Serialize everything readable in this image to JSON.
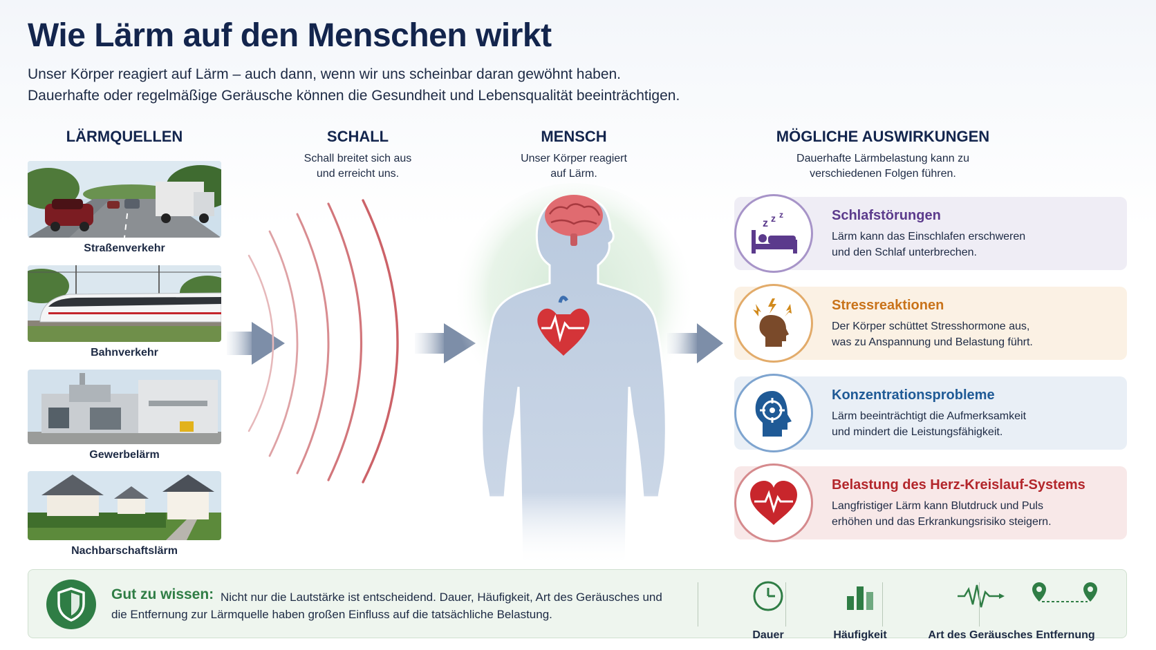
{
  "header": {
    "title": "Wie Lärm auf den Menschen wirkt",
    "intro_line1": "Unser Körper reagiert auf Lärm – auch dann, wenn wir uns scheinbar daran gewöhnt haben.",
    "intro_line2": "Dauerhafte oder regelmäßige Geräusche können die Gesundheit und Lebensqualität beeinträchtigen."
  },
  "columns": {
    "sources": {
      "title": "LÄRMQUELLEN"
    },
    "sound": {
      "title": "SCHALL",
      "line1": "Schall breitet sich aus",
      "line2": "und erreicht uns."
    },
    "human": {
      "title": "MENSCH",
      "line1": "Unser Körper reagiert",
      "line2": "auf Lärm."
    },
    "effects": {
      "title": "MÖGLICHE AUSWIRKUNGEN",
      "line1": "Dauerhafte Lärmbelastung kann zu",
      "line2": "verschiedenen Folgen führen."
    }
  },
  "sources": [
    {
      "label": "Straßenverkehr",
      "icon": "road-traffic-photo"
    },
    {
      "label": "Bahnverkehr",
      "icon": "train-photo"
    },
    {
      "label": "Gewerbelärm",
      "icon": "factory-photo"
    },
    {
      "label": "Nachbarschaftslärm",
      "icon": "houses-photo"
    }
  ],
  "effects": [
    {
      "title": "Schlafstörungen",
      "line1": "Lärm kann das Einschlafen erschweren",
      "line2": "und den Schlaf unterbrechen.",
      "color": "#5b3a8c",
      "bg": "#efedf5",
      "icon": "sleep-bed-icon"
    },
    {
      "title": "Stressreaktionen",
      "line1": "Der Körper schüttet Stresshormone aus,",
      "line2": "was zu Anspannung und Belastung führt.",
      "color": "#c9731a",
      "bg": "#fbf1e4",
      "icon": "stress-head-icon"
    },
    {
      "title": "Konzentrationsprobleme",
      "line1": "Lärm beeinträchtigt die Aufmerksamkeit",
      "line2": "und mindert die Leistungsfähigkeit.",
      "color": "#1f5a96",
      "bg": "#e9eff6",
      "icon": "focus-head-icon"
    },
    {
      "title": "Belastung des Herz-Kreislauf-Systems",
      "line1": "Langfristiger Lärm kann Blutdruck und Puls",
      "line2": "erhöhen und das Erkrankungsrisiko steigern.",
      "color": "#b3262b",
      "bg": "#f8e8e8",
      "icon": "heart-pulse-icon"
    }
  ],
  "footer": {
    "title": "Gut zu wissen:",
    "text": "Nicht nur die Lautstärke ist entscheidend. Dauer, Häufigkeit, Art des Geräusches und die Entfernung zur Lärmquelle haben großen Einfluss auf die tatsächliche Belastung.",
    "facts": [
      {
        "label": "Dauer",
        "icon": "clock-icon"
      },
      {
        "label": "Häufigkeit",
        "icon": "bar-chart-icon"
      },
      {
        "label": "Art des Geräusches",
        "icon": "waveform-icon"
      },
      {
        "label": "Entfernung",
        "icon": "distance-pins-icon"
      }
    ],
    "accent": "#2f7d45"
  }
}
